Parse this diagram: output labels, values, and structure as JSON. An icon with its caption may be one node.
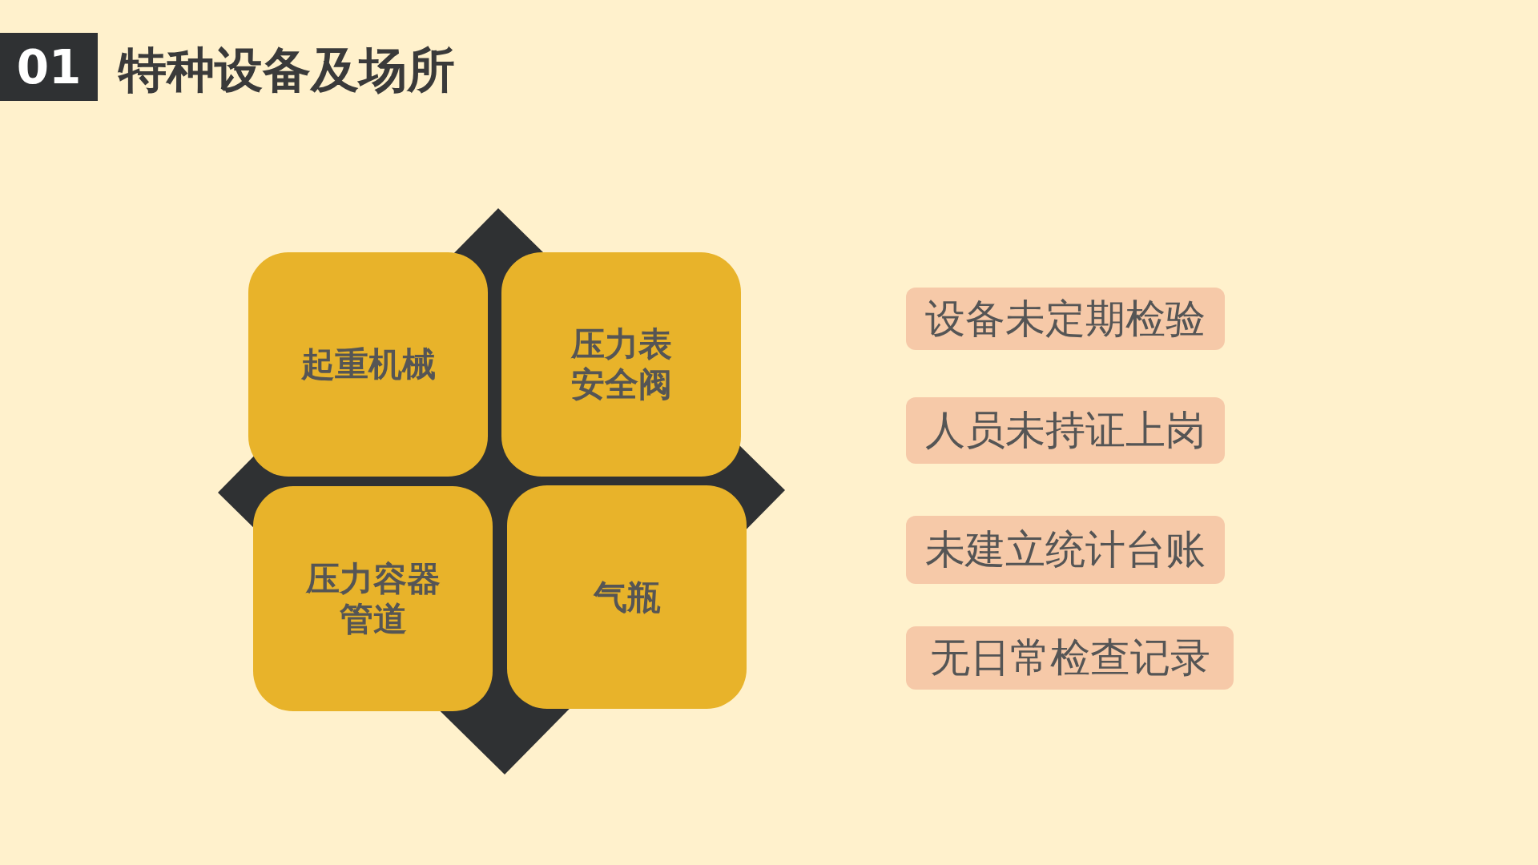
{
  "diagram": {
    "title": "特种设备及场所",
    "nodes": [
      {
        "text": [
          "01"
        ]
      },
      {
        "text": [
          "起重机械"
        ]
      },
      {
        "text": [
          "压力表",
          "安全阀"
        ]
      },
      {
        "text": [
          "压力容器",
          "管道"
        ]
      },
      {
        "text": [
          "气瓶"
        ]
      },
      {
        "text": [
          "设备未定期检验"
        ]
      },
      {
        "text": [
          "人员未持证上岗"
        ]
      },
      {
        "text": [
          "未建立统计台账"
        ]
      },
      {
        "text": [
          "无日常检查记录"
        ]
      }
    ]
  }
}
